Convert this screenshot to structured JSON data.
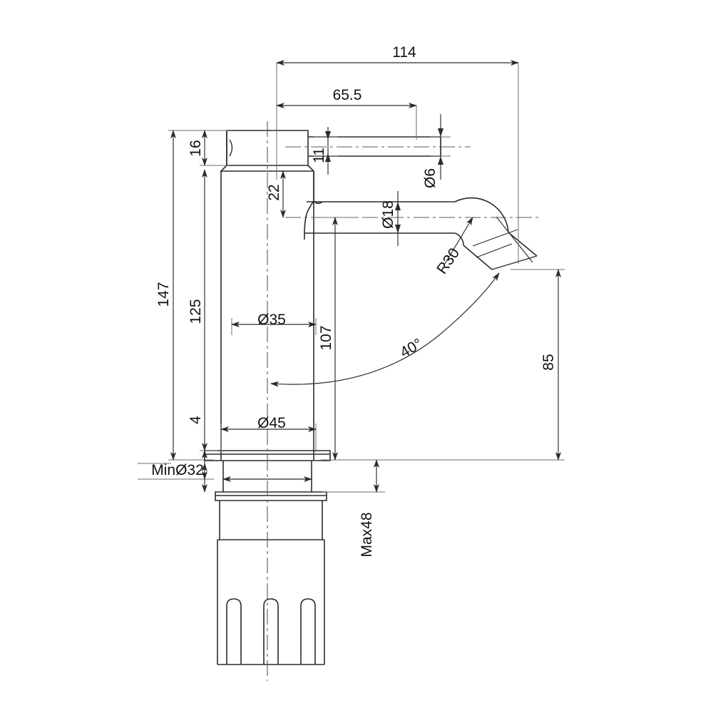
{
  "drawing": {
    "title": "Basin Mixer Tap Dimensional Drawing",
    "units": "mm",
    "line_color": "#2b2b2b",
    "text_color": "#111111",
    "background": "#ffffff"
  },
  "dimensions": {
    "overall_length": "114",
    "handle_offset": "65.5",
    "handle_height": "16",
    "handle_bore": "11",
    "aerator_dia": "Ø6",
    "spout_dia": "Ø18",
    "spout_offset": "22",
    "bend_radius": "R30",
    "outlet_angle": "40°",
    "total_height": "147",
    "body_height": "125",
    "base_thickness": "4",
    "body_dia": "Ø35",
    "base_dia": "Ø45",
    "spout_height": "107",
    "outlet_height": "85",
    "hole_dia": "MinØ32",
    "deck_thickness": "Max48"
  },
  "labels": [
    {
      "id": "overall_length",
      "text": "114"
    },
    {
      "id": "handle_offset",
      "text": "65.5"
    },
    {
      "id": "handle_height",
      "text": "16"
    },
    {
      "id": "handle_bore",
      "text": "11"
    },
    {
      "id": "aerator_dia",
      "text": "Ø6"
    },
    {
      "id": "spout_dia",
      "text": "Ø18"
    },
    {
      "id": "spout_offset",
      "text": "22"
    },
    {
      "id": "bend_radius",
      "text": "R30"
    },
    {
      "id": "outlet_angle",
      "text": "40°"
    },
    {
      "id": "total_height",
      "text": "147"
    },
    {
      "id": "body_height",
      "text": "125"
    },
    {
      "id": "base_thickness",
      "text": "4"
    },
    {
      "id": "body_dia",
      "text": "Ø35"
    },
    {
      "id": "base_dia",
      "text": "Ø45"
    },
    {
      "id": "spout_height",
      "text": "107"
    },
    {
      "id": "outlet_height",
      "text": "85"
    },
    {
      "id": "hole_dia",
      "text": "MinØ32"
    },
    {
      "id": "deck_thickness",
      "text": "Max48"
    }
  ]
}
